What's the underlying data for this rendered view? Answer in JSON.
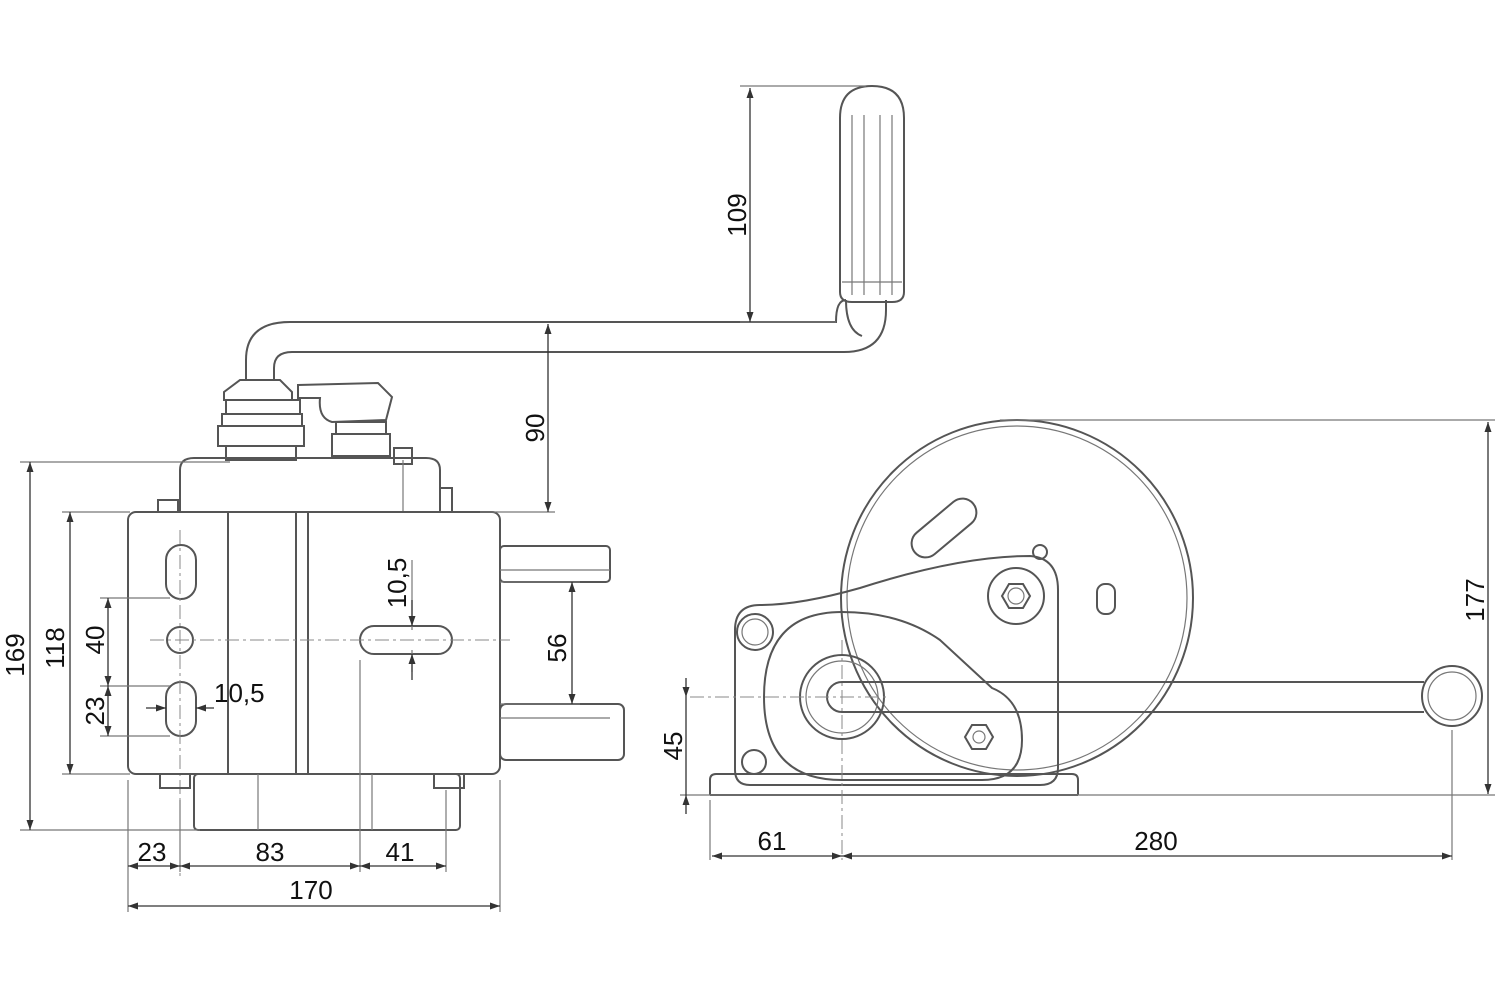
{
  "drawing": {
    "front_view": {
      "handle_height": "109",
      "crank_offset": "90",
      "overall_height": "169",
      "body_height": "118",
      "hole_spacing_40": "40",
      "hole_spacing_23": "23",
      "slot_width_left": "10,5",
      "slot_width_center": "10,5",
      "mount_height": "56",
      "offset_23": "23",
      "offset_83": "83",
      "offset_41": "41",
      "overall_width": "170"
    },
    "side_view": {
      "overall_height": "177",
      "axle_height": "45",
      "base_offset": "61",
      "handle_reach": "280"
    }
  }
}
